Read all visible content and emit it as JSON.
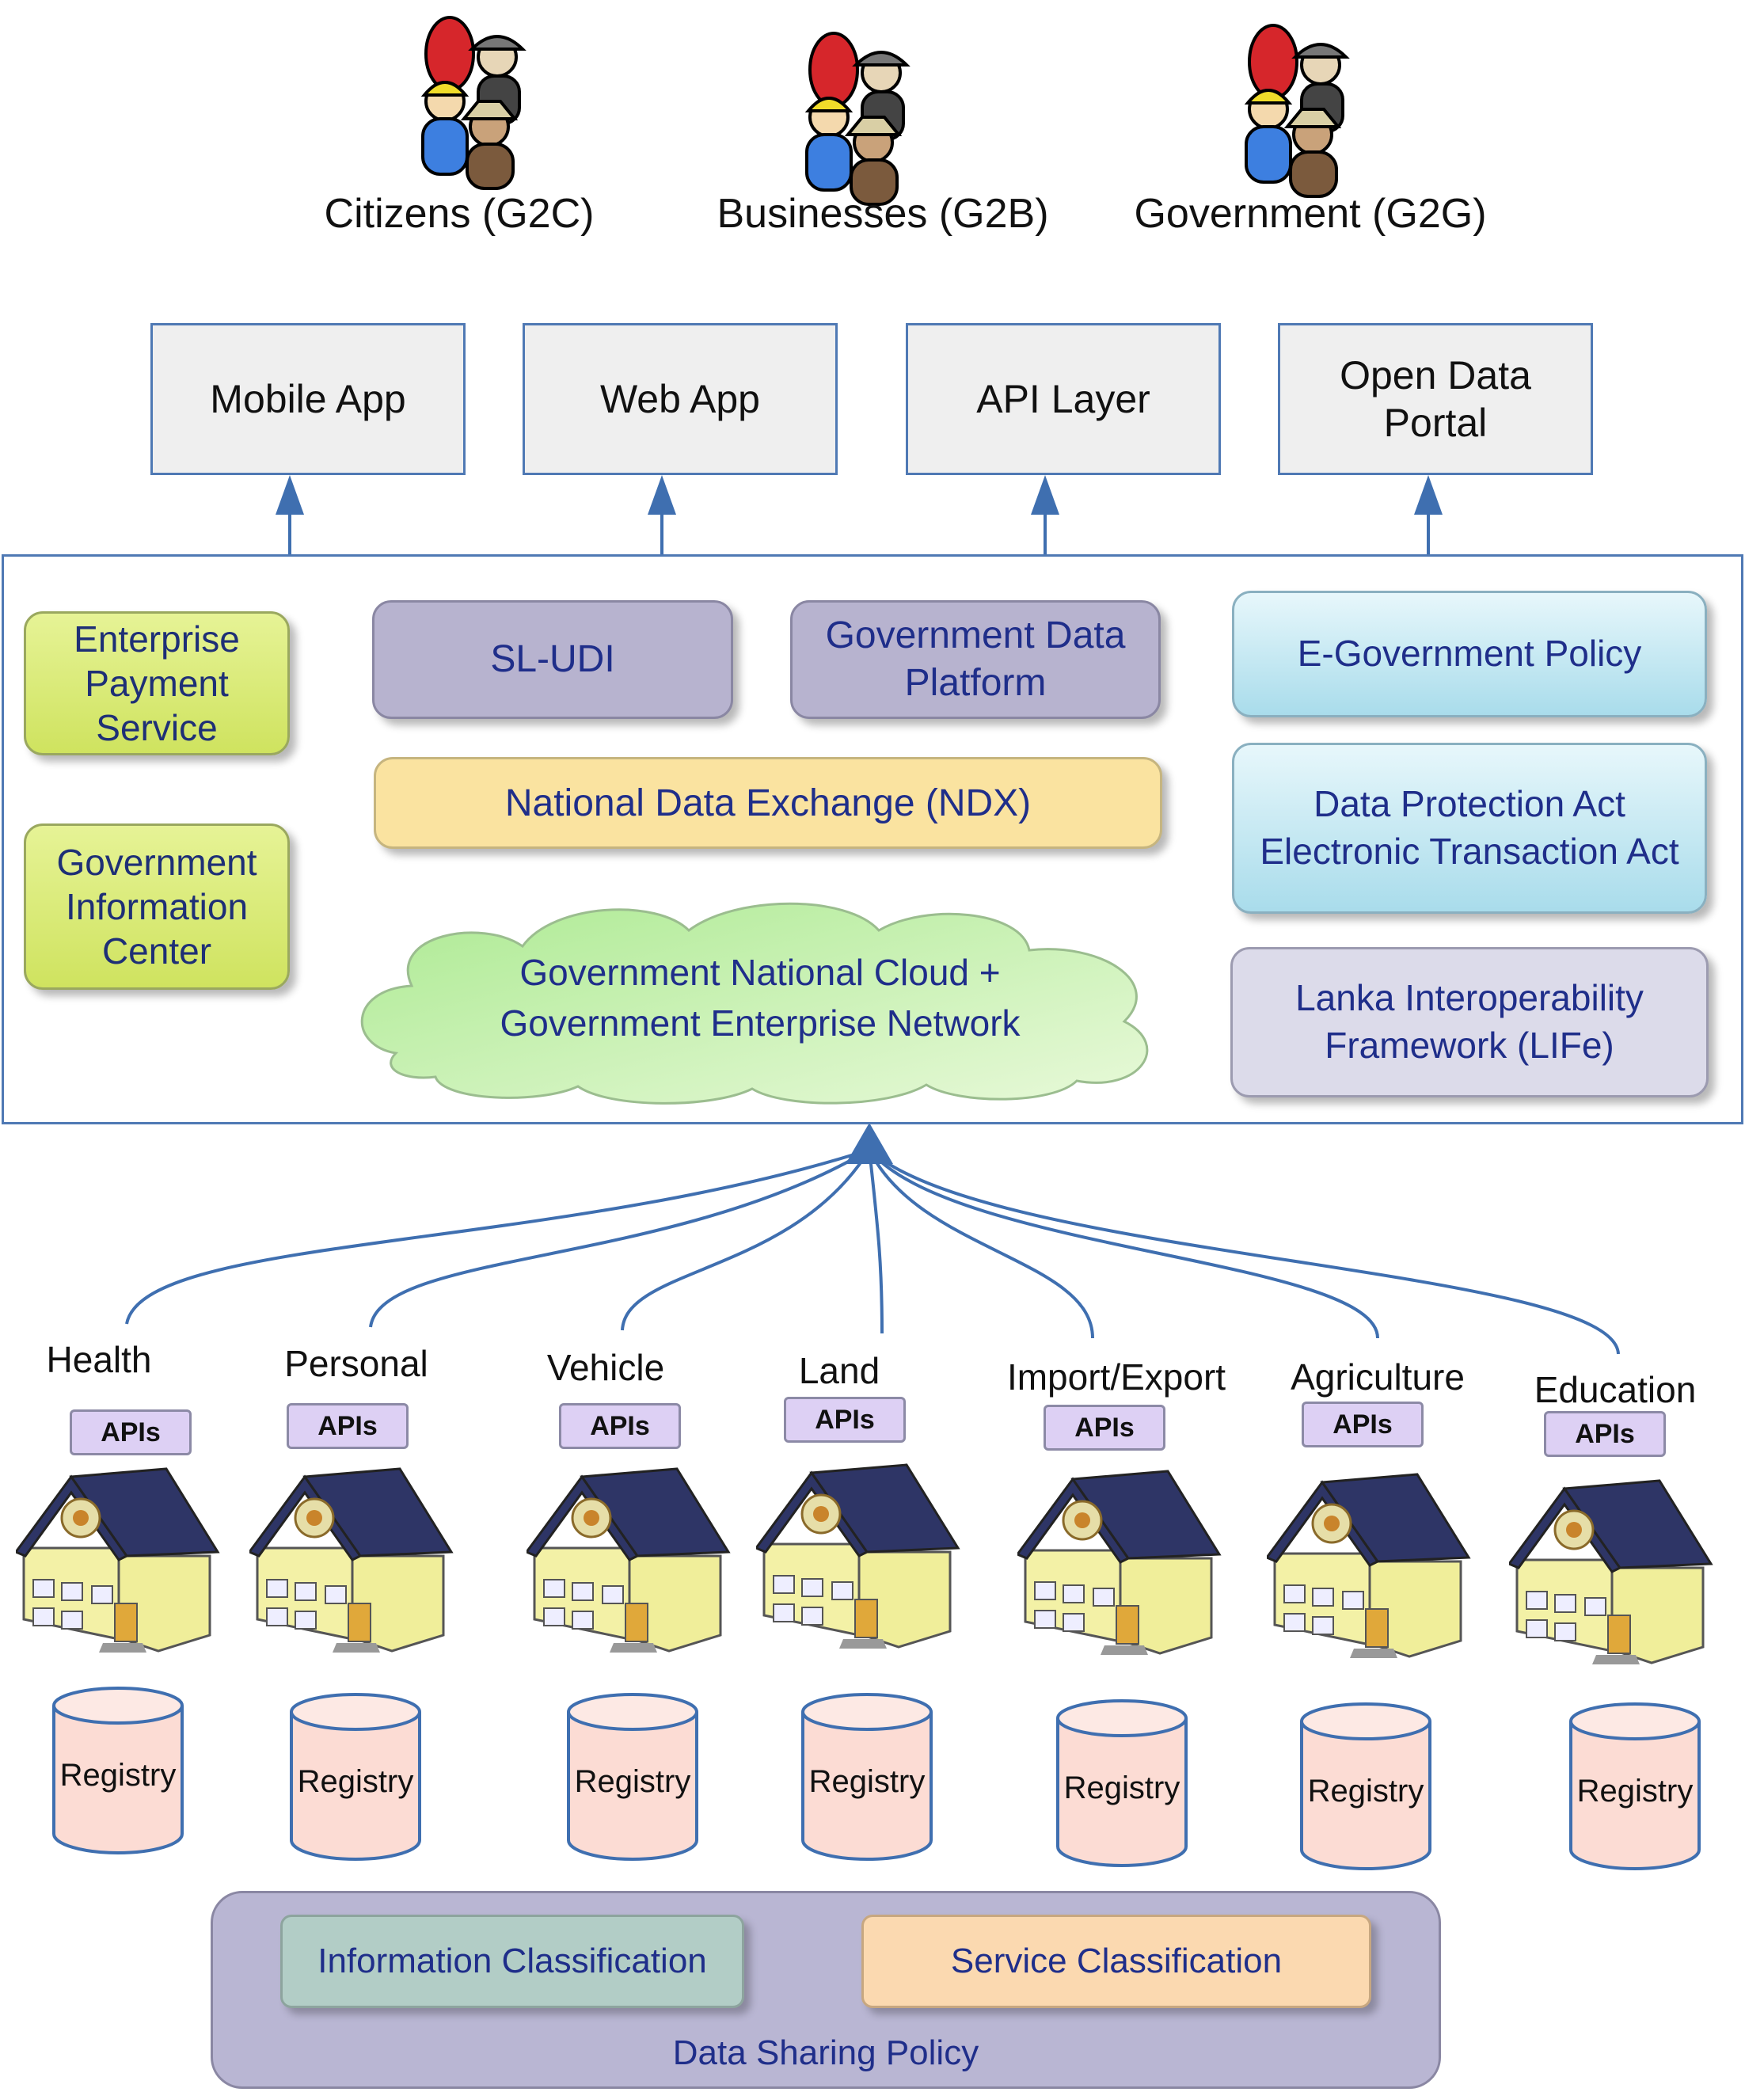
{
  "actors": [
    {
      "label": "Citizens (G2C)"
    },
    {
      "label": "Businesses  (G2B)"
    },
    {
      "label": "Government (G2G)"
    }
  ],
  "channels": [
    "Mobile App",
    "Web App",
    "API Layer",
    "Open Data\nPortal"
  ],
  "platform": {
    "payment": "Enterprise\nPayment\nService",
    "info_center": "Government\nInformation\nCenter",
    "sludi": "SL-UDI",
    "gdp": "Government Data\nPlatform",
    "ndx": "National Data Exchange (NDX)",
    "cloud": "Government National Cloud +\nGovernment Enterprise Network",
    "egov_policy": "E-Government Policy",
    "acts": "Data Protection Act\nElectronic Transaction Act",
    "life": "Lanka Interoperability\nFramework (LIFe)"
  },
  "domains": [
    "Health",
    "Personal",
    "Vehicle",
    "Land",
    "Import/Export",
    "Agriculture",
    "Education"
  ],
  "api_label": "APIs",
  "registry_label": "Registry",
  "policy": {
    "info_class": "Information Classification",
    "service_class": "Service Classification",
    "title": "Data Sharing Policy"
  },
  "colors": {
    "border_blue": "#4f79b4",
    "arrow_blue": "#3f6fb0",
    "text_navy": "#1f2e8a",
    "registry_fill": "#fcdcd4",
    "house_wall": "#f3f1a6",
    "house_roof": "#2e3566"
  },
  "icons": [
    "people-group-icon",
    "government-building-icon",
    "registry-database-icon"
  ]
}
